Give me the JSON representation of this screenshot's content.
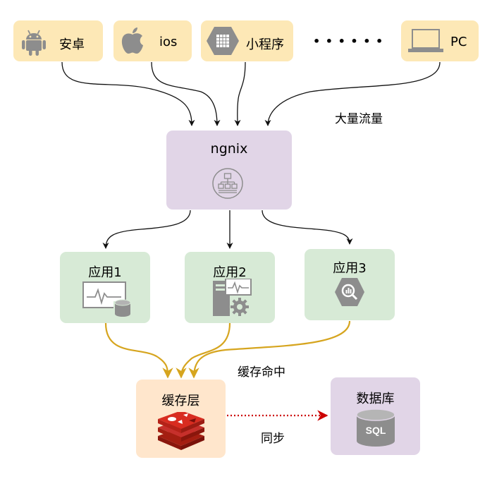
{
  "clients": {
    "android": "安卓",
    "ios": "ios",
    "miniprogram": "小程序",
    "ellipsis": "• • • • • •",
    "pc": "PC"
  },
  "traffic_label": "大量流量",
  "nginx": {
    "title": "ngnix"
  },
  "apps": [
    "应用1",
    "应用2",
    "应用3"
  ],
  "cache": {
    "title": "缓存层"
  },
  "cache_hit_label": "缓存命中",
  "sync_label": "同步",
  "database": {
    "title": "数据库",
    "icon_text": "SQL"
  },
  "colors": {
    "client_bg": "#fde8b6",
    "nginx_bg": "#e1d5e7",
    "app_bg": "#d7ead6",
    "cache_bg": "#ffe6cc",
    "db_bg": "#e1d5e7",
    "gold_arrow": "#d6a51f",
    "red_sync": "#cc0000",
    "icon_gray": "#8d8d8d"
  }
}
